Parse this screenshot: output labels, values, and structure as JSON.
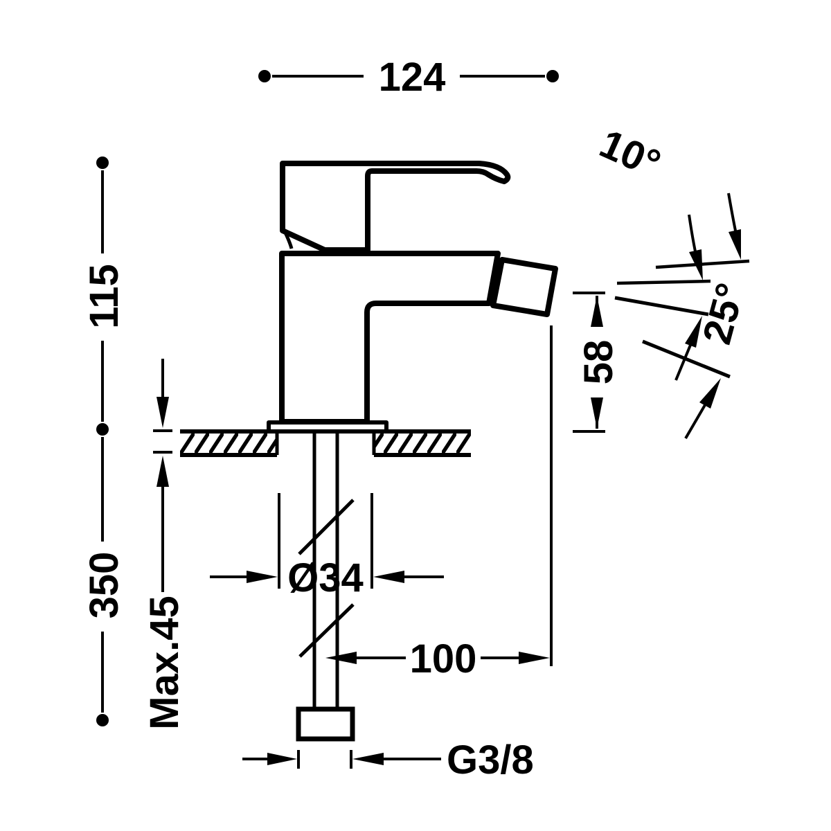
{
  "colors": {
    "ink": "#000000",
    "paper": "#ffffff"
  },
  "dims": {
    "overall_width": "124",
    "height_above_deck": "115",
    "height_below_deck": "350",
    "max_deck_thickness": "Max.45",
    "body_diameter": "Ø34",
    "spout_reach": "100",
    "supply_thread": "G3/8",
    "outlet_height": "58",
    "spout_angle_upper": "10°",
    "spout_angle_lower": "25°"
  }
}
